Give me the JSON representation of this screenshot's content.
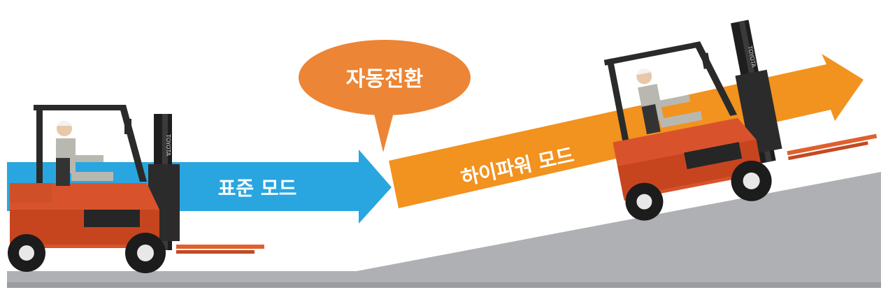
{
  "labels": {
    "standard_mode": "표준 모드",
    "high_power_mode": "하이파워 모드",
    "auto_switch": "자동전환"
  },
  "brand_text": "TOYOTA",
  "colors": {
    "blue_arrow": "#29a6df",
    "orange_arrow": "#f2921f",
    "bubble": "#ec8535",
    "ground": "#aeb0b3",
    "forklift_body": "#d8532c",
    "forklift_dark": "#2c2c2c"
  }
}
